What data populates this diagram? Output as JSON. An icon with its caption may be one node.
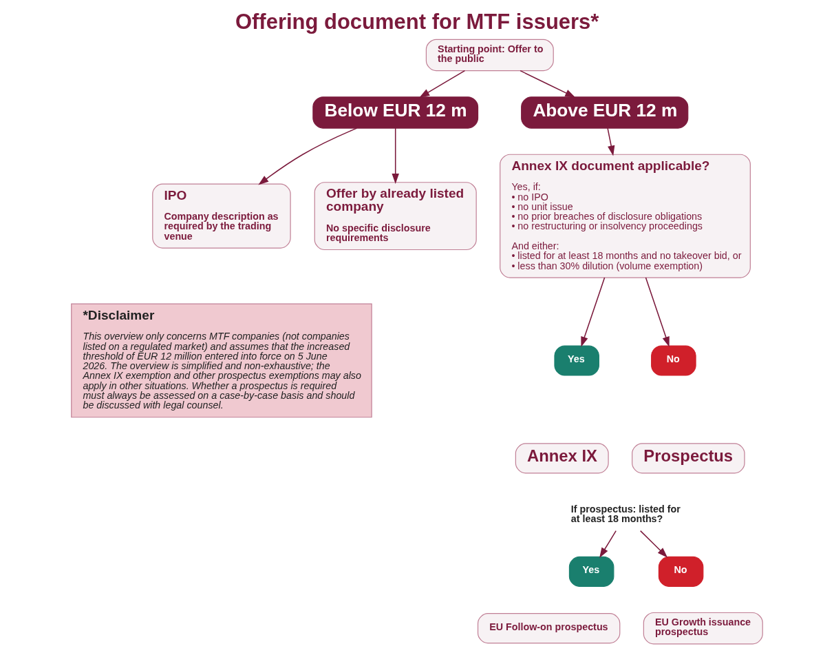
{
  "diagram": {
    "title": "Offering document for MTF issuers*",
    "nodes": [
      {
        "text": [
          "Starting point: Offer to the public"
        ]
      },
      {
        "text": [
          "Below EUR 12 m"
        ]
      },
      {
        "text": [
          "Above EUR 12 m"
        ]
      },
      {
        "text": [
          "IPO",
          "Company description as required by the trading venue"
        ]
      },
      {
        "text": [
          "Offer by already listed company",
          "No specific disclosure requirements"
        ]
      },
      {
        "text": [
          "Annex IX document applicable?",
          "Yes, if: • no IPO • no unit issue • no prior breaches of disclosure obligations • no restructuring or insolvency proceedings",
          "And either: • listed for at least 18 months and no takeover bid, or • less than 30% dilution (volume exemption)"
        ]
      },
      {
        "text": [
          "Yes"
        ]
      },
      {
        "text": [
          "No"
        ]
      },
      {
        "text": [
          "Annex IX"
        ]
      },
      {
        "text": [
          "Prospectus"
        ]
      },
      {
        "text": [
          "If prospectus: listed for at least 18 months?"
        ]
      },
      {
        "text": [
          "Yes"
        ]
      },
      {
        "text": [
          "No"
        ]
      },
      {
        "text": [
          "EU Follow-on prospectus"
        ]
      },
      {
        "text": [
          "EU Growth issuance prospectus"
        ]
      },
      {
        "text": [
          "*Disclaimer",
          "This overview only concerns MTF companies (not companies listed on a regulated market) and assumes that the increased threshold of EUR 12 million entered into force on 5 June 2026. The overview is simplified and non-exhaustive; the Annex IX exemption and other prospectus exemptions may also apply in other situations. Whether a prospectus is required must always be assessed on a case-by-case basis and should be discussed with legal counsel."
        ]
      }
    ],
    "edges": [
      {
        "from": 0,
        "to": 1,
        "arrow": "to"
      },
      {
        "from": 0,
        "to": 2,
        "arrow": "to"
      },
      {
        "from": 1,
        "to": 3,
        "arrow": "to"
      },
      {
        "from": 1,
        "to": 4,
        "arrow": "to"
      },
      {
        "from": 2,
        "to": 5,
        "arrow": "to"
      },
      {
        "from": 5,
        "to": 6,
        "arrow": "to"
      },
      {
        "from": 5,
        "to": 7,
        "arrow": "to"
      },
      {
        "from": 10,
        "to": 11,
        "arrow": "to"
      },
      {
        "from": 10,
        "to": 12,
        "arrow": "to"
      }
    ]
  }
}
